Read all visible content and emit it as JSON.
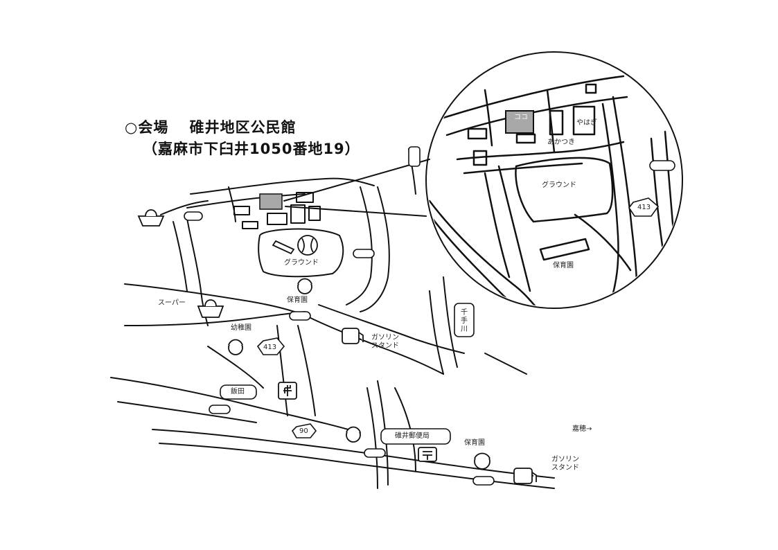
{
  "header": {
    "venue_line": "○会場　 碓井地区公民館",
    "address_line": "（嘉麻市下臼井1050番地19）"
  },
  "map": {
    "labels": {
      "ground": "グラウンド",
      "supermarket": "スーパー",
      "nursery_1": "保育園",
      "kindergarten": "幼稚園",
      "gas_station_1": "ガソリン\nスタンド",
      "river": "千手川",
      "iida": "飯田",
      "post_office": "碓井郵便局",
      "nursery_2": "保育園",
      "kaho": "嘉穂→",
      "gas_station_2": "ガソリン\nスタンド",
      "route_413": "413",
      "route_90": "90"
    }
  },
  "inset": {
    "labels": {
      "here": "ココ",
      "ground": "グラウンド",
      "nursery": "保育園",
      "yahagi": "やはぎ",
      "akatsuki": "あかつき",
      "route_413": "413"
    }
  },
  "colors": {
    "venue_fill": "#a8a8a8",
    "line": "#111111",
    "background": "#ffffff"
  },
  "icons": [
    "basket-icon",
    "baseball-icon",
    "school-child-icon",
    "gas-pump-icon",
    "hospital-cross-icon",
    "post-office-icon",
    "traffic-light-icon"
  ]
}
